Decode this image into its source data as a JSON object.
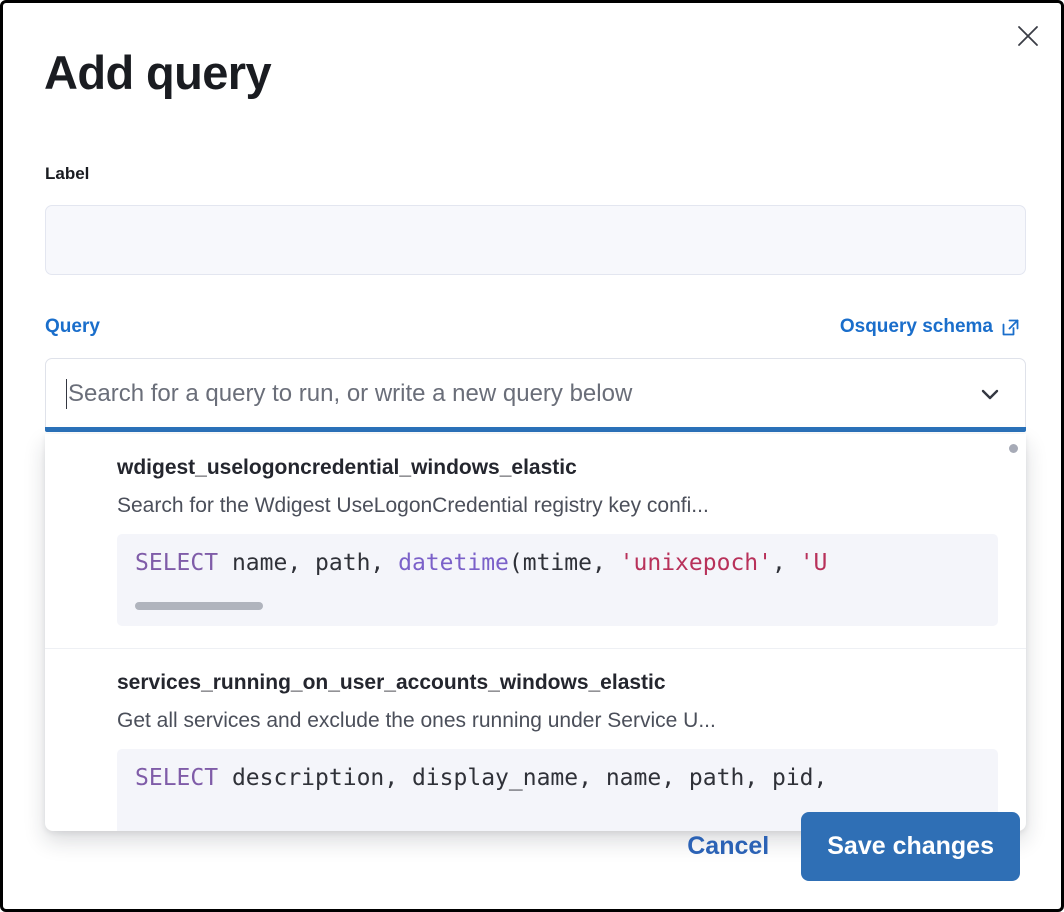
{
  "dialog": {
    "title": "Add query",
    "close_icon": "close-icon"
  },
  "label_field": {
    "label": "Label",
    "value": "",
    "placeholder": ""
  },
  "query_section": {
    "label": "Query",
    "schema_link_text": "Osquery schema",
    "schema_link_icon": "external-link-icon",
    "combobox": {
      "value": "",
      "placeholder": "Search for a query to run, or write a new query below",
      "chevron_icon": "chevron-down-icon"
    }
  },
  "dropdown": {
    "options": [
      {
        "title": "wdigest_uselogoncredential_windows_elastic",
        "description": "Search for the Wdigest UseLogonCredential registry key confi...",
        "code_tokens": [
          {
            "t": "SELECT",
            "c": "kw"
          },
          {
            "t": " name, path, ",
            "c": "plain"
          },
          {
            "t": "datetime",
            "c": "fn"
          },
          {
            "t": "(mtime, ",
            "c": "plain"
          },
          {
            "t": "'unixepoch'",
            "c": "str"
          },
          {
            "t": ", ",
            "c": "plain"
          },
          {
            "t": "'U",
            "c": "str"
          }
        ]
      },
      {
        "title": "services_running_on_user_accounts_windows_elastic",
        "description": "Get all services and exclude the ones running under Service U...",
        "code_tokens": [
          {
            "t": "SELECT",
            "c": "kw"
          },
          {
            "t": " description, display_name, name, path, pid,",
            "c": "plain"
          }
        ]
      }
    ]
  },
  "footer": {
    "cancel_label": "Cancel",
    "save_label": "Save changes"
  },
  "colors": {
    "accent_blue": "#1a6ecb",
    "focus_underline": "#2b72ba",
    "save_button": "#2f6fb5",
    "code_background": "#f4f5fa",
    "keyword": "#7f5ca8",
    "function": "#7b61c9",
    "string": "#b8315a"
  }
}
